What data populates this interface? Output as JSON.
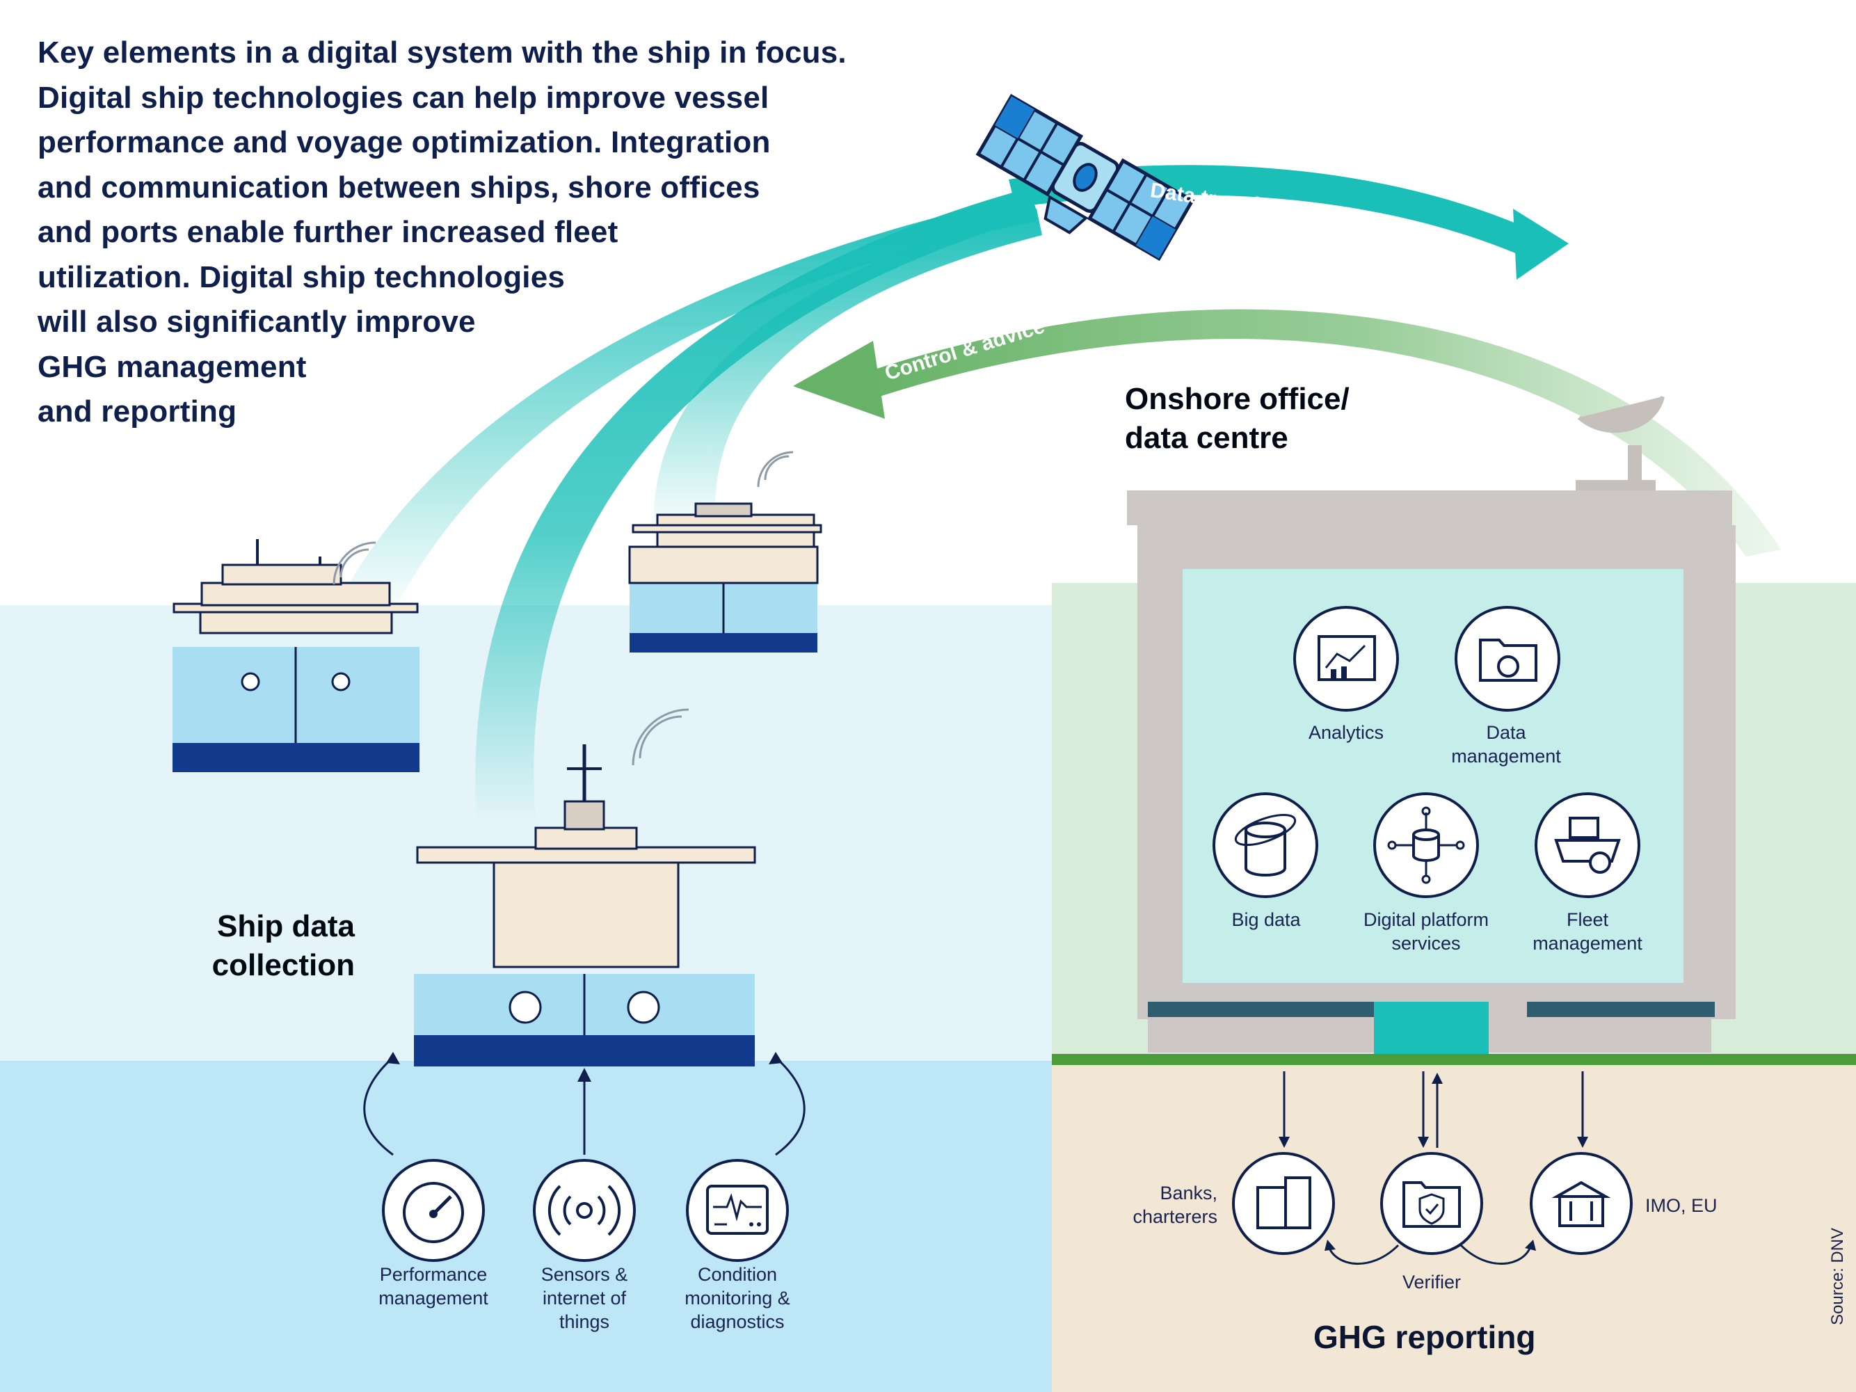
{
  "intro": {
    "lines": [
      "Key elements in a digital system with the ship in focus.",
      "Digital ship technologies can help improve vessel",
      "performance and voyage optimization. Integration",
      "and communication between ships, shore offices",
      "and ports enable further increased fleet",
      "utilization. Digital ship technologies",
      "will also significantly improve",
      "GHG management",
      "and reporting"
    ]
  },
  "arrows": {
    "data_transfer": "Data transfer & reporting",
    "control": "Control & advice"
  },
  "ship_section": {
    "title_lines": [
      "Ship data",
      "collection"
    ],
    "items": [
      {
        "icon": "gauge-icon",
        "lines": [
          "Performance",
          "management"
        ]
      },
      {
        "icon": "sensor-waves-icon",
        "lines": [
          "Sensors &",
          "internet of",
          "things"
        ]
      },
      {
        "icon": "monitor-icon",
        "lines": [
          "Condition",
          "monitoring &",
          "diagnostics"
        ]
      }
    ]
  },
  "office": {
    "title_lines": [
      "Onshore office/",
      "data centre"
    ],
    "services": [
      {
        "icon": "analytics-chart-icon",
        "lines": [
          "Analytics"
        ]
      },
      {
        "icon": "folder-gear-icon",
        "lines": [
          "Data",
          "management"
        ]
      },
      {
        "icon": "database-atom-icon",
        "lines": [
          "Big data"
        ]
      },
      {
        "icon": "network-database-icon",
        "lines": [
          "Digital platform",
          "services"
        ]
      },
      {
        "icon": "fleet-ship-gear-icon",
        "lines": [
          "Fleet",
          "management"
        ]
      }
    ]
  },
  "ghg": {
    "title": "GHG reporting",
    "banks_lines": [
      "Banks,",
      "charterers"
    ],
    "verifier": "Verifier",
    "imo": "IMO, EU"
  },
  "source": "Source: DNV",
  "colors": {
    "navy": "#0f1f4b",
    "teal": "#1abfb8",
    "green_arrow": "#6db56d",
    "sea_light": "#e4f4f9",
    "sea": "#bde6f6",
    "land": "#f2e6d5",
    "building_gray": "#cdc8c6",
    "panel": "#c5eeeb",
    "ship_hull": "#a9ddf1",
    "ship_deck": "#f3e9d6"
  }
}
